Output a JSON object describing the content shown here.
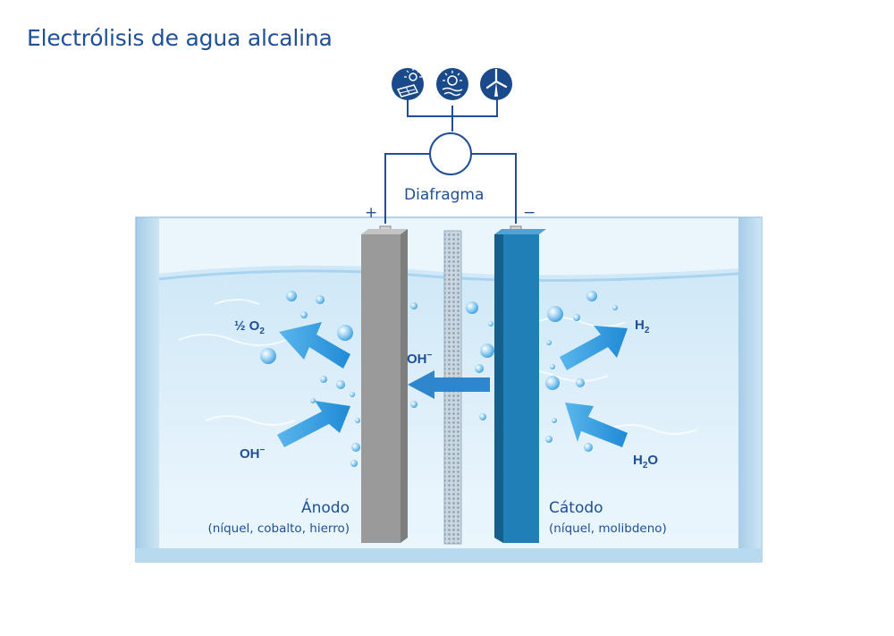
{
  "title": "Electrólisis de agua alcalina",
  "diaphragm_label": "Diafragma",
  "terminal_plus": "+",
  "terminal_minus": "−",
  "anode": {
    "label": "Ánodo",
    "materials": "(níquel, cobalto, hierro)",
    "color": "#9a9a9a"
  },
  "cathode": {
    "label": "Cátodo",
    "materials": "(níquel, molibdeno)",
    "color": "#1f7fb6"
  },
  "chem": {
    "o2_prefix": "½ O",
    "o2_sub": "2",
    "oh_left_base": "OH",
    "oh_left_sup": "−",
    "oh_center_base": "OH",
    "oh_center_sup": "−",
    "h2_base": "H",
    "h2_sub": "2",
    "h2o_base": "H",
    "h2o_sub": "2",
    "h2o_tail": "O"
  },
  "energy_sources": [
    "solar-panel-icon",
    "hydro-icon",
    "wind-turbine-icon"
  ],
  "colors": {
    "brand": "#1f4f96",
    "icon_bg": "#1b4a8a",
    "arrow": "#3c9fde",
    "water": "#d9eef9"
  }
}
